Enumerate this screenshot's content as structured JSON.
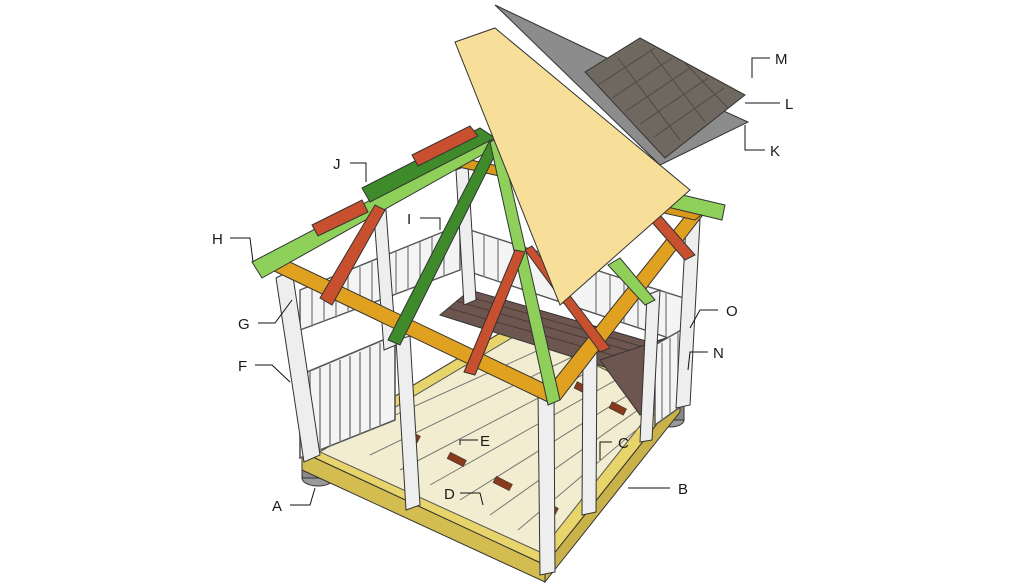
{
  "diagram": {
    "labels": {
      "A": "A",
      "B": "B",
      "C": "C",
      "D": "D",
      "E": "E",
      "F": "F",
      "G": "G",
      "H": "H",
      "I": "I",
      "J": "J",
      "K": "K",
      "L": "L",
      "M": "M",
      "N": "N",
      "O": "O"
    }
  },
  "colors": {
    "floor_frame": "#e7d46a",
    "joist": "#f2edd0",
    "blocking": "#8a3a1c",
    "post": "#eeeeee",
    "top_plate": "#e0a020",
    "rafter_red": "#c8502e",
    "rafter_dark_green": "#3f8a2a",
    "rafter_light_green": "#8fd05a",
    "sheathing": "#f7df9a",
    "felt": "#8c8c8c",
    "shingle": "#6f6860",
    "bench": "#6e5650",
    "footing": "#9a9a9a"
  }
}
